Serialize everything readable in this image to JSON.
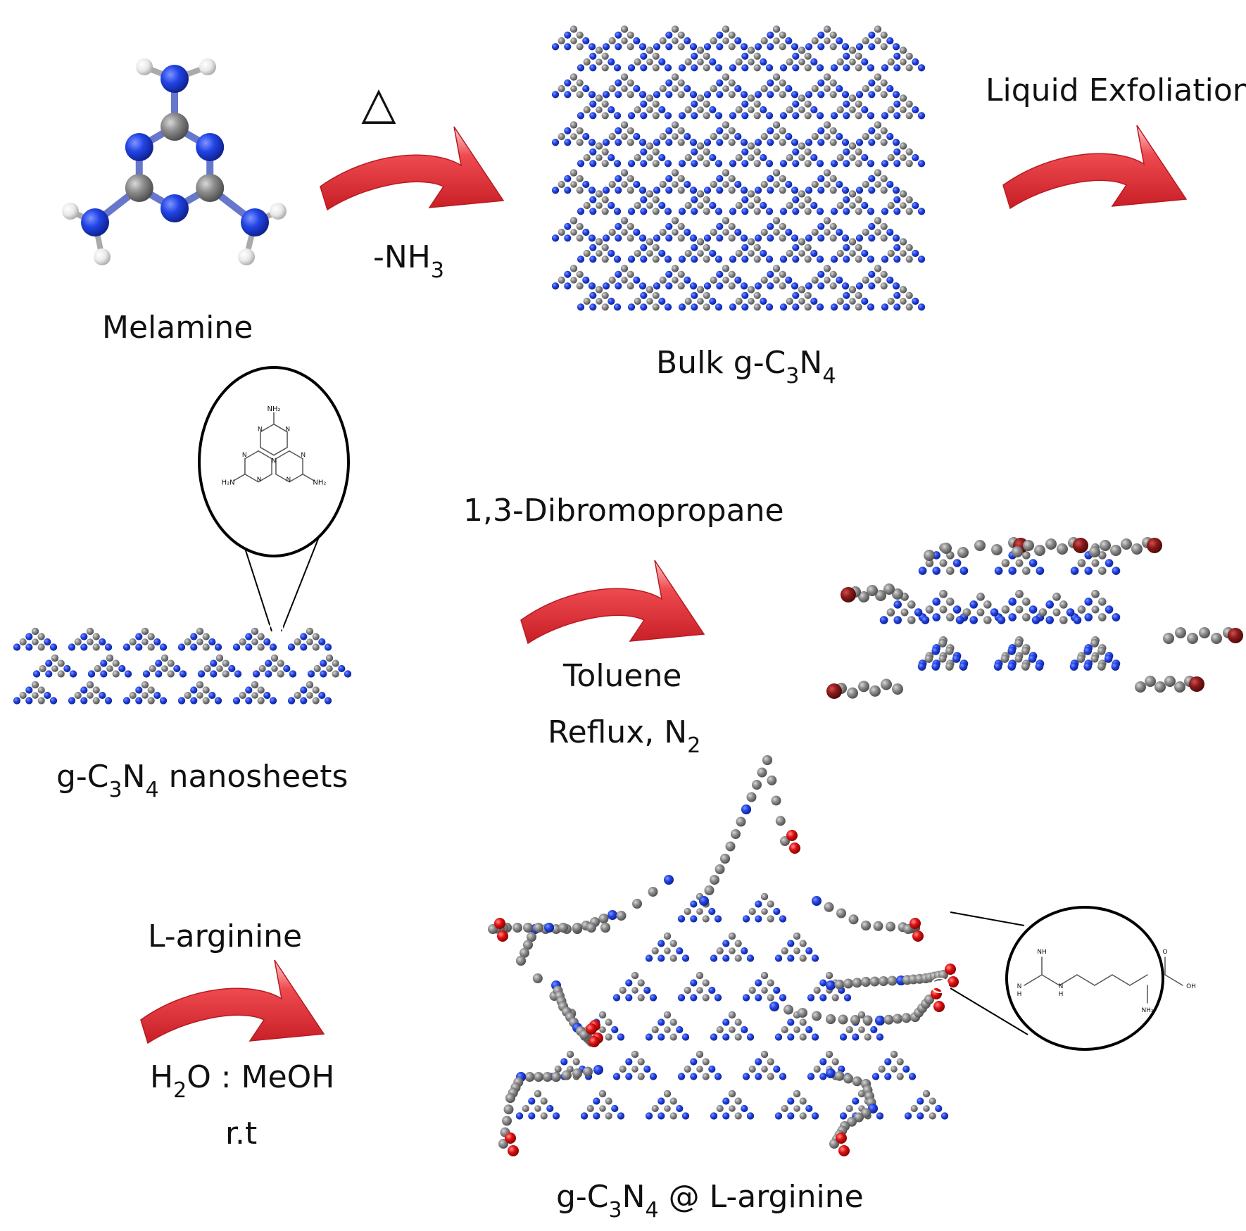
{
  "colors": {
    "nitrogen": "#1f3fe0",
    "carbon": "#8c8c8c",
    "hydrogen": "#e8e8e8",
    "bromine": "#8b1a1a",
    "oxygen": "#e01010",
    "arrow": "#e8343a"
  },
  "labels": {
    "melamine": "Melamine",
    "heat_symbol": "△",
    "minus_nh": "-NH",
    "nh_sub": "3",
    "bulk_pre": "Bulk g-C",
    "bulk_sub1": "3",
    "bulk_mid": "N",
    "bulk_sub2": "4",
    "liquid_exfoliation": "Liquid Exfoliation",
    "nano_pre": "g-C",
    "nano_sub1": "3",
    "nano_mid": "N",
    "nano_sub2": "4",
    "nano_post": " nanosheets",
    "dibromopropane": "1,3-Dibromopropane",
    "toluene": "Toluene",
    "reflux_pre": "Reflux, N",
    "reflux_sub": "2",
    "l_arginine": "L-arginine",
    "h_pre": "H",
    "h_sub": "2",
    "h_post": "O : MeOH",
    "rt": "r.t",
    "final_pre": "g-C",
    "final_sub1": "3",
    "final_mid": "N",
    "final_sub2": "4",
    "final_post": " @ L-arginine"
  },
  "structure_labels": {
    "heptazine": [
      "NH₂",
      "H₂N",
      "NH₂",
      "N",
      "N",
      "N",
      "N",
      "N",
      "N",
      "N"
    ],
    "arginine": [
      "NH",
      "H",
      "N",
      "N",
      "H",
      "O",
      "OH",
      "NH₂"
    ]
  }
}
